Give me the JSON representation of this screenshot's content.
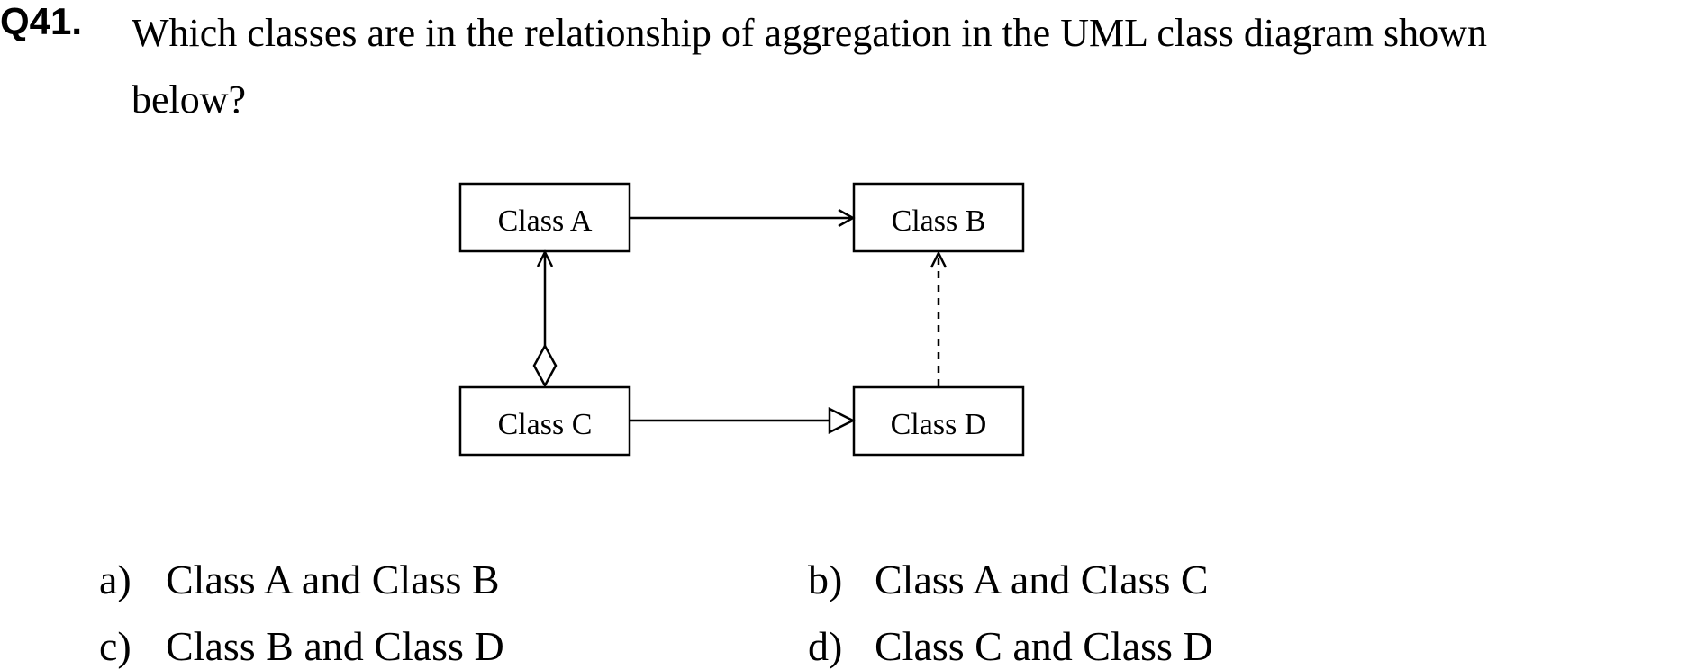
{
  "question": {
    "number": "Q41.",
    "text_line1": "Which classes are in the relationship of aggregation in the UML class diagram shown",
    "text_line2": "below?"
  },
  "diagram": {
    "classes": {
      "a": "Class A",
      "b": "Class B",
      "c": "Class C",
      "d": "Class D"
    },
    "relationships": [
      {
        "from": "Class A",
        "to": "Class B",
        "kind": "association",
        "arrow": "open"
      },
      {
        "from": "Class C",
        "to": "Class A",
        "kind": "aggregation",
        "arrow": "open",
        "diamond_at": "Class C"
      },
      {
        "from": "Class C",
        "to": "Class D",
        "kind": "generalization",
        "arrow": "hollow-triangle"
      },
      {
        "from": "Class D",
        "to": "Class B",
        "kind": "dependency",
        "arrow": "open",
        "line": "dashed"
      }
    ]
  },
  "options": [
    {
      "letter": "a)",
      "text": "Class A and Class B"
    },
    {
      "letter": "b)",
      "text": "Class A and Class C"
    },
    {
      "letter": "c)",
      "text": "Class B and Class D"
    },
    {
      "letter": "d)",
      "text": "Class C and Class D"
    }
  ]
}
